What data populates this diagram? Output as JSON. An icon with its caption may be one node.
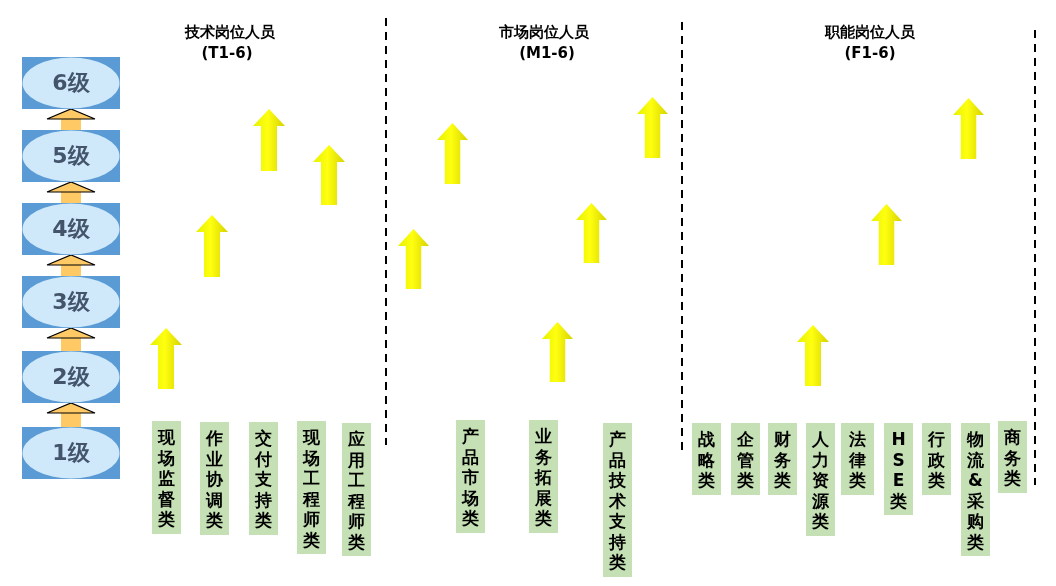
{
  "diagram": {
    "nodes": [
      {
        "text": [
          "6级"
        ]
      },
      {
        "text": [
          "5级"
        ]
      },
      {
        "text": [
          "4级"
        ]
      },
      {
        "text": [
          "3级"
        ]
      },
      {
        "text": [
          "2级"
        ]
      },
      {
        "text": [
          "1级"
        ]
      },
      {
        "text": [
          "现场监督类"
        ]
      },
      {
        "text": [
          "作业协调类"
        ]
      },
      {
        "text": [
          "交付支持类"
        ]
      },
      {
        "text": [
          "现场工程师类"
        ]
      },
      {
        "text": [
          "应用工程师类"
        ]
      },
      {
        "text": [
          "产品市场类"
        ]
      },
      {
        "text": [
          "业务拓展类"
        ]
      },
      {
        "text": [
          "产品技术支持类"
        ]
      },
      {
        "text": [
          "战略类"
        ]
      },
      {
        "text": [
          "企管类"
        ]
      },
      {
        "text": [
          "财务类"
        ]
      },
      {
        "text": [
          "人力资源类"
        ]
      },
      {
        "text": [
          "法律类"
        ]
      },
      {
        "text": [
          "HSE类"
        ]
      },
      {
        "text": [
          "行政类"
        ]
      },
      {
        "text": [
          "物流&采购类"
        ]
      },
      {
        "text": [
          "商务类"
        ]
      }
    ],
    "edges": [
      {
        "from": 5,
        "to": 4,
        "arrow": "to"
      },
      {
        "from": 4,
        "to": 3,
        "arrow": "to"
      },
      {
        "from": 3,
        "to": 2,
        "arrow": "to"
      },
      {
        "from": 2,
        "to": 1,
        "arrow": "to"
      },
      {
        "from": 1,
        "to": 0,
        "arrow": "to"
      }
    ],
    "labels": [
      "技术岗位人员",
      "(T1-6)",
      "市场岗位人员",
      "(M1-6)",
      "职能岗位人员",
      "(F1-6)"
    ]
  }
}
